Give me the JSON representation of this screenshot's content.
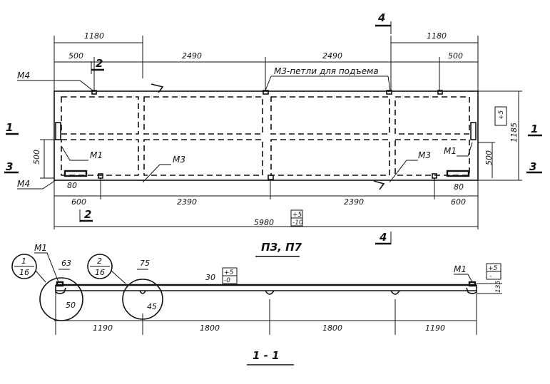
{
  "plan": {
    "title": "ПЗ, П7",
    "top_dims": {
      "end_left": "1180",
      "end_right": "1180",
      "sub_left": "500",
      "sub_right": "500",
      "mid_left": "2490",
      "mid_right": "2490"
    },
    "bottom_dims": {
      "end_left": "600",
      "end_right": "600",
      "mid_left": "2390",
      "mid_right": "2390",
      "total": "5980"
    },
    "side_dims": {
      "left_height": "500",
      "right_height": "500",
      "width": "1185",
      "left_small": "80",
      "right_small": "80"
    },
    "tolerances": {
      "width_upper": "+5",
      "width_lower": "",
      "length_upper": "+5",
      "length_lower": "-10"
    },
    "labels": {
      "m4_top": "М4",
      "m4_bottom": "М4",
      "m1_left": "М1",
      "m1_right": "М1",
      "m3_left": "М3",
      "m3_right": "М3",
      "m3_note": "М3-петли для подъема"
    },
    "section_marks": {
      "s1_left": "1",
      "s1_right": "1",
      "s2_top": "2",
      "s2_bottom": "2",
      "s3_left": "3",
      "s3_right": "3",
      "s4_top": "4",
      "s4_bottom": "4"
    }
  },
  "section": {
    "title": "1 - 1",
    "dims": {
      "seg1": "1190",
      "seg2": "1800",
      "seg3": "1800",
      "seg4": "1190",
      "rib_left": "63",
      "rib_mid": "75",
      "depth_left": "50",
      "depth_mid": "45",
      "slab": "30",
      "height": "135"
    },
    "tolerances": {
      "slab_upper": "+5",
      "slab_lower": "-0",
      "height_upper": "+5",
      "height_lower": "-"
    },
    "labels": {
      "m1_left": "М1",
      "m1_right": "М1"
    },
    "callouts": {
      "c1_num": "1",
      "c1_den": "16",
      "c2_num": "2",
      "c2_den": "16"
    }
  }
}
